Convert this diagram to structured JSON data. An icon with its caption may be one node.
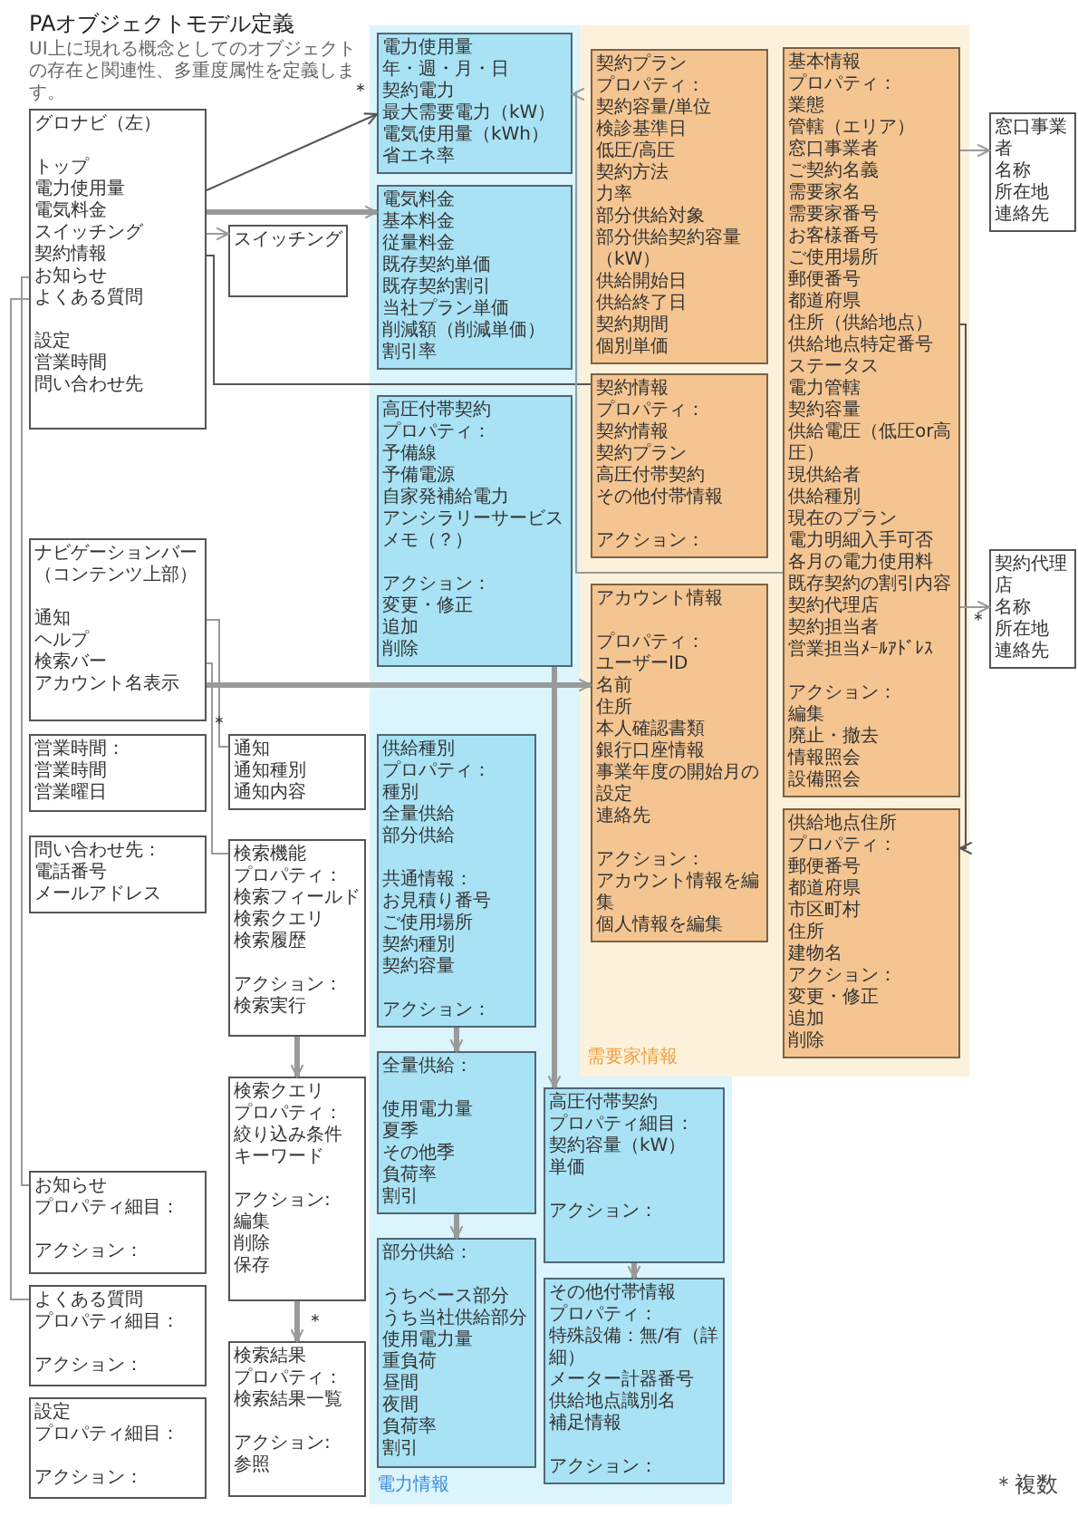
{
  "diagram": {
    "title": "PAオブジェクトモデル定義",
    "nodes": [
      {
        "text": [
          "グロナビ（左）",
          "トップ",
          "電力使用量",
          "電気料金",
          "スイッチング",
          "契約情報",
          "お知らせ",
          "よくある質問",
          "設定",
          "営業時間",
          "問い合わせ先"
        ]
      },
      {
        "text": [
          "スイッチング"
        ]
      },
      {
        "text": [
          "ナビゲーションバー（コンテンツ上部）",
          "通知",
          "ヘルプ",
          "検索バー",
          "アカウント名表示"
        ]
      },
      {
        "text": [
          "営業時間：",
          "営業時間",
          "営業曜日"
        ]
      },
      {
        "text": [
          "問い合わせ先：",
          "電話番号",
          "メールアドレス"
        ]
      },
      {
        "text": [
          "通知",
          "通知種別",
          "通知内容"
        ]
      },
      {
        "text": [
          "検索機能",
          "プロパティ：",
          "検索フィールド",
          "検索クエリ",
          "検索履歴",
          "アクション：",
          "検索実行"
        ]
      },
      {
        "text": [
          "検索クエリ",
          "プロパティ：",
          "絞り込み条件",
          "キーワード",
          "アクション:",
          "編集",
          "削除",
          "保存"
        ]
      },
      {
        "text": [
          "検索結果",
          "プロパティ：",
          "検索結果一覧",
          "アクション:",
          "参照"
        ]
      },
      {
        "text": [
          "お知らせ",
          "プロパティ細目：",
          "アクション："
        ]
      },
      {
        "text": [
          "よくある質問",
          "プロパティ細目：",
          "アクション："
        ]
      },
      {
        "text": [
          "設定",
          "プロパティ細目：",
          "アクション："
        ]
      },
      {
        "text": [
          "電力情報"
        ]
      },
      {
        "text": [
          "電力使用量",
          "年・週・月・日",
          "契約電力",
          "最大需要電力（kW）",
          "電気使用量（kWh）",
          "省エネ率"
        ],
        "in": 12
      },
      {
        "text": [
          "電気料金",
          "基本料金",
          "従量料金",
          "既存契約単価",
          "既存契約割引",
          "当社プラン単価",
          "削減額（削減単価）",
          "割引率"
        ],
        "in": 12
      },
      {
        "text": [
          "高圧付帯契約",
          "プロパティ：",
          "予備線",
          "予備電源",
          "自家発補給電力",
          "アンシラリーサービス",
          "メモ（？）",
          "アクション：",
          "変更・修正",
          "追加",
          "削除"
        ],
        "in": 12
      },
      {
        "text": [
          "供給種別",
          "プロパティ：",
          "種別",
          "全量供給",
          "部分供給",
          "共通情報：",
          "お見積り番号",
          "ご使用場所",
          "契約種別",
          "契約容量",
          "アクション："
        ],
        "in": 12
      },
      {
        "text": [
          "全量供給：",
          "使用電力量",
          "夏季",
          "その他季",
          "負荷率",
          "割引"
        ],
        "in": 12
      },
      {
        "text": [
          "部分供給：",
          "うちベース部分",
          "うち当社供給部分",
          "使用電力量",
          "重負荷",
          "昼間",
          "夜間",
          "負荷率",
          "割引"
        ],
        "in": 12
      },
      {
        "text": [
          "高圧付帯契約",
          "プロパティ細目：",
          "契約容量（kW）",
          "単価",
          "アクション："
        ],
        "in": 12
      },
      {
        "text": [
          "その他付帯情報",
          "プロパティ：",
          "特殊設備：無/有（詳細）",
          "メーター計器番号",
          "供給地点識別名",
          "補足情報",
          "アクション："
        ],
        "in": 12
      },
      {
        "text": [
          "需要家情報"
        ]
      },
      {
        "text": [
          "契約プラン",
          "プロパティ：",
          "契約容量/単位",
          "検診基準日",
          "低圧/高圧",
          "契約方法",
          "力率",
          "部分供給対象",
          "部分供給契約容量（kW）",
          "供給開始日",
          "供給終了日",
          "契約期間",
          "個別単価"
        ],
        "in": 21
      },
      {
        "text": [
          "契約情報",
          "プロパティ：",
          "契約情報",
          "契約プラン",
          "高圧付帯契約",
          "その他付帯情報",
          "アクション："
        ],
        "in": 21
      },
      {
        "text": [
          "アカウント情報",
          "プロパティ：",
          "ユーザーID",
          "名前",
          "住所",
          "本人確認書類",
          "銀行口座情報",
          "事業年度の開始月の設定",
          "連絡先",
          "アクション：",
          "アカウント情報を編集",
          "個人情報を編集"
        ],
        "in": 21
      },
      {
        "text": [
          "基本情報",
          "プロパティ：",
          "業態",
          "管轄（エリア）",
          "窓口事業者",
          "ご契約名義",
          "需要家名",
          "需要家番号",
          "お客様番号",
          "ご使用場所",
          "郵便番号",
          "都道府県",
          "住所（供給地点）",
          "供給地点特定番号",
          "ステータス",
          "電力管轄",
          "契約容量",
          "供給電圧（低圧or高圧）",
          "現供給者",
          "供給種別",
          "現在のプラン",
          "電力明細入手可否",
          "各月の電力使用料",
          "既存契約の割引内容",
          "契約代理店",
          "契約担当者",
          "営業担当ﾒｰﾙｱﾄﾞﾚｽ",
          "アクション：",
          "編集",
          "廃止・撤去",
          "情報照会",
          "設備照会"
        ],
        "in": 21
      },
      {
        "text": [
          "窓口事業者",
          "名称",
          "所在地",
          "連絡先"
        ]
      },
      {
        "text": [
          "契約代理店",
          "名称",
          "所在地",
          "連絡先"
        ]
      },
      {
        "text": [
          "供給地点住所",
          "プロパティ：",
          "郵便番号",
          "都道府県",
          "市区町村",
          "住所",
          "建物名",
          "アクション：",
          "変更・修正",
          "追加",
          "削除"
        ],
        "in": 21
      }
    ],
    "edges": [
      {
        "from": 0,
        "to": 13,
        "arrow": "to",
        "label": "＊",
        "color": "#555555"
      },
      {
        "from": 0,
        "to": 14,
        "arrow": "to",
        "style": "thick"
      },
      {
        "from": 0,
        "to": 1,
        "arrow": "to"
      },
      {
        "from": 0,
        "to": 23,
        "arrow": "none",
        "color": "#555555"
      },
      {
        "from": 0,
        "to": 9,
        "arrow": "none"
      },
      {
        "from": 0,
        "to": 10,
        "arrow": "none"
      },
      {
        "from": 2,
        "to": 5,
        "arrow": "none",
        "label": "＊"
      },
      {
        "from": 2,
        "to": 6,
        "arrow": "none"
      },
      {
        "from": 2,
        "to": 24,
        "arrow": "to",
        "style": "thick"
      },
      {
        "from": 6,
        "to": 7,
        "arrow": "to",
        "style": "thick"
      },
      {
        "from": 7,
        "to": 8,
        "arrow": "to",
        "style": "thick",
        "label": "＊"
      },
      {
        "from": 16,
        "to": 17,
        "arrow": "to",
        "style": "thick"
      },
      {
        "from": 17,
        "to": 18,
        "arrow": "to",
        "style": "thick"
      },
      {
        "from": 15,
        "to": 19,
        "arrow": "to",
        "style": "thick"
      },
      {
        "from": 19,
        "to": 20,
        "arrow": "to",
        "style": "thick"
      },
      {
        "from": 25,
        "to": 13,
        "arrow": "to"
      },
      {
        "from": 25,
        "to": 26,
        "arrow": "to"
      },
      {
        "from": 25,
        "to": 28,
        "arrow": "to",
        "color": "#555555"
      },
      {
        "from": 25,
        "to": 27,
        "arrow": "to",
        "label": "＊"
      }
    ],
    "labels": [
      "UI上に現れる概念としてのオブジェクトの存在と関連性、多重度属性を定義します。",
      "＊複数"
    ]
  }
}
